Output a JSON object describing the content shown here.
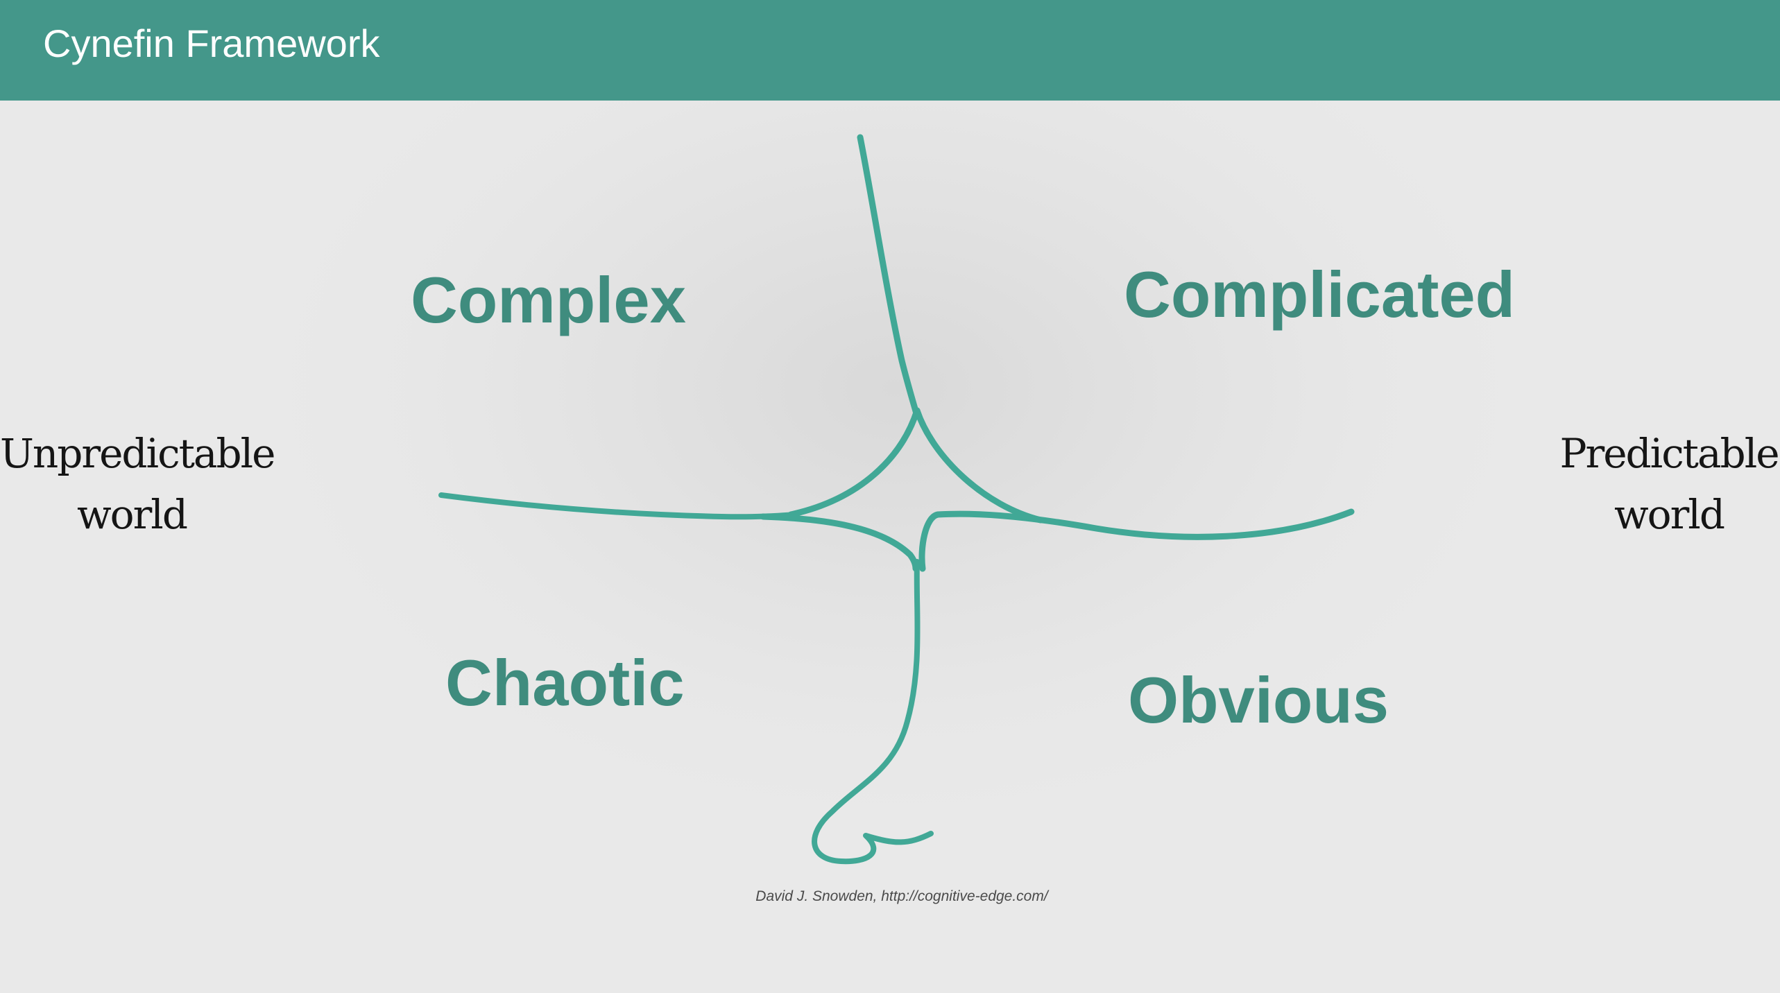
{
  "header": {
    "title": "Cynefin Framework"
  },
  "diagram": {
    "quadrants": {
      "top_left": "Complex",
      "top_right": "Complicated",
      "bottom_left": "Chaotic",
      "bottom_right": "Obvious"
    },
    "left_label": {
      "line1": "Unpredictable",
      "line2": "world"
    },
    "right_label": {
      "line1": "Predictable",
      "line2": "world"
    },
    "credit": "David J. Snowden, http://cognitive-edge.com/"
  },
  "colors": {
    "header_background": "#44978a",
    "header_text": "#ffffff",
    "quadrant_text": "#3f8c7e",
    "stroke": "#41a896",
    "side_text": "#151515",
    "background": "#e6e6e6"
  }
}
